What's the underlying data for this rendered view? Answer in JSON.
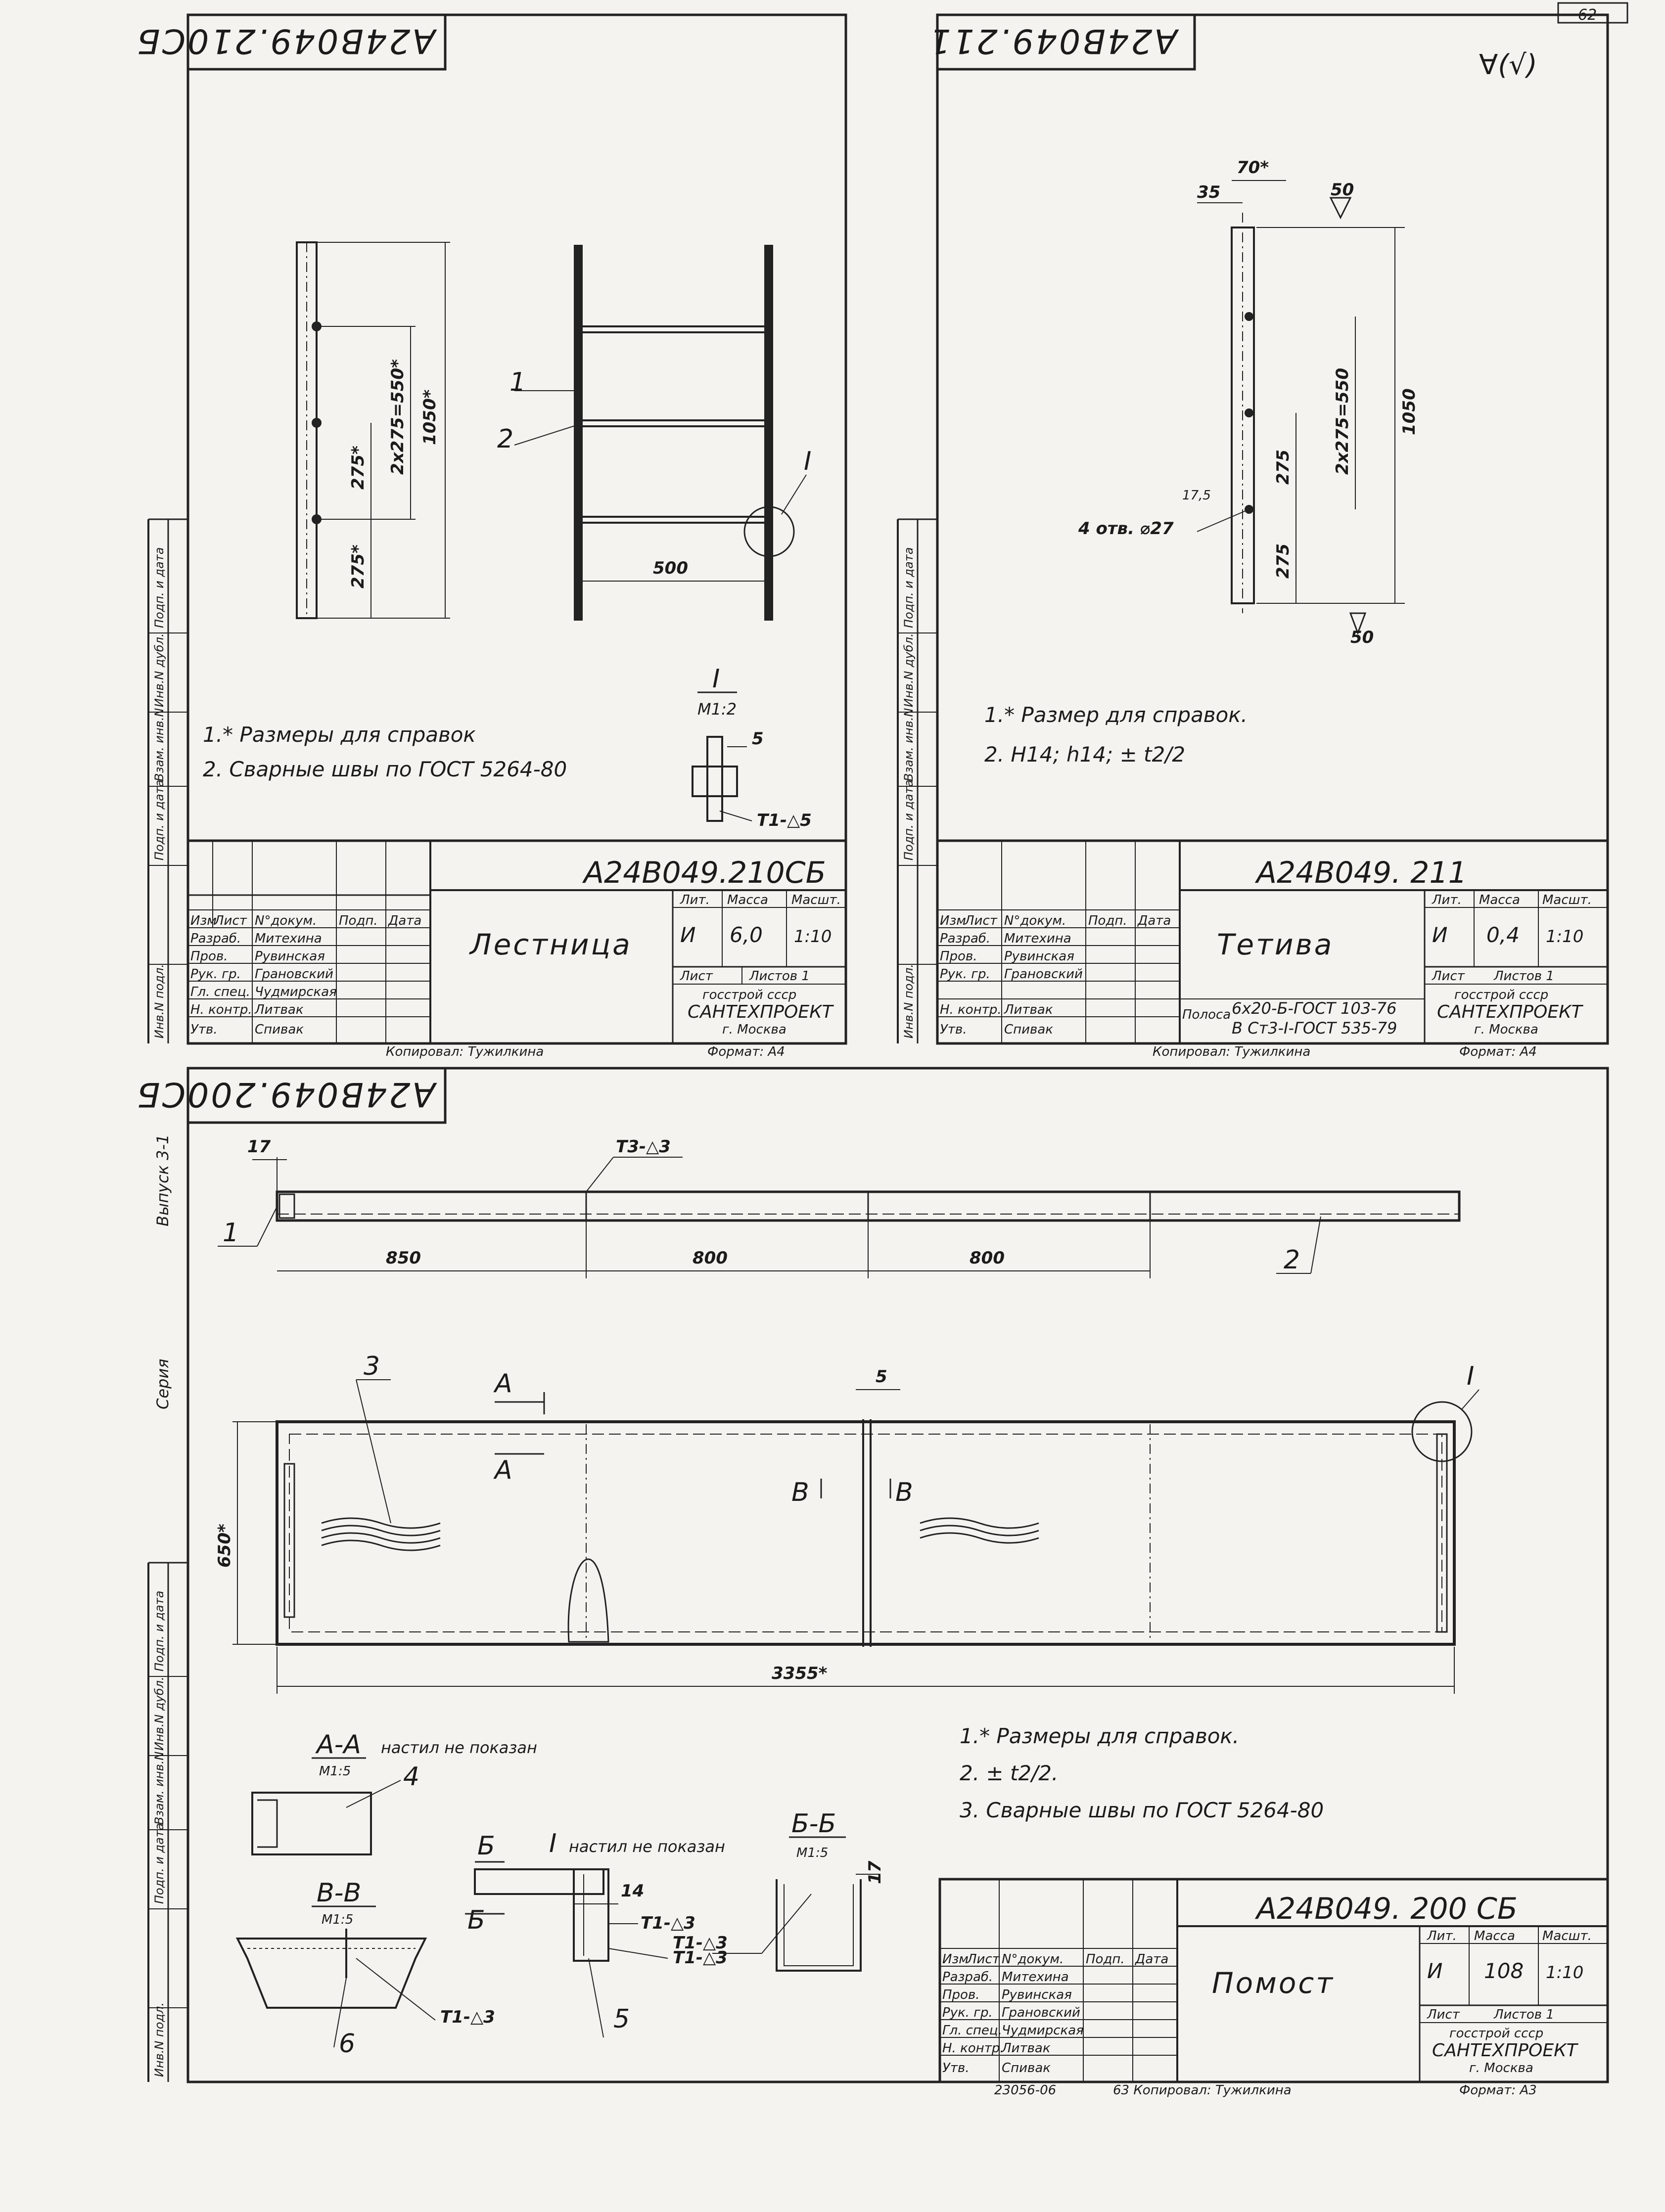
{
  "page_number": "62",
  "side_labels": {
    "series": "Серия",
    "issue": "Выпуск 3-1",
    "columns": [
      "Инв.N подл.",
      "Подп. и дата",
      "Взам. инв.N",
      "Инв.N дубл.",
      "Подп. и дата"
    ]
  },
  "stamp_headers": {
    "izm": "Изм",
    "list": "Лист",
    "doc": "N°докум.",
    "sign": "Подп.",
    "date": "Дата",
    "lit": "Лит.",
    "mass": "Масса",
    "scale": "Масшт.",
    "sheet": "Лист",
    "sheets": "Листов 1",
    "org1": "госстрой   ссср",
    "org2": "САНТЕХПРОЕКТ",
    "org3": "г. Москва"
  },
  "sheets": {
    "ladder": {
      "code_rotated": "А24В049.210СБ",
      "code": "А24В049.210СБ",
      "title": "Лестница",
      "lit": "И",
      "mass": "6,0",
      "scale": "1:10",
      "copied": "Копировал: Тужилкина",
      "format": "Формат: А4",
      "people": [
        {
          "role": "Разраб.",
          "name": "Митехина"
        },
        {
          "role": "Пров.",
          "name": "Рувинская"
        },
        {
          "role": "Рук. гр.",
          "name": "Грановский"
        },
        {
          "role": "Гл. спец.",
          "name": "Чудмирская"
        },
        {
          "role": "Н. контр.",
          "name": "Литвак"
        },
        {
          "role": "Утв.",
          "name": "Спивак"
        }
      ],
      "notes": [
        "1.* Размеры для справок",
        "2. Сварные швы по ГОСТ 5264-80"
      ],
      "dims": {
        "total": "1050*",
        "middle": "2x275=550*",
        "step1": "275*",
        "step2": "275*",
        "width": "500"
      },
      "callouts": {
        "pos1": "1",
        "pos2": "2",
        "detail": "I",
        "detail_scale": "М1:2",
        "weld_size": "5",
        "weld": "Т1-△5"
      }
    },
    "stringer": {
      "code_rotated": "А24В049.211",
      "code": "А24В049. 211",
      "title": "Тетива",
      "lit": "И",
      "mass": "0,4",
      "scale": "1:10",
      "material1": "Полоса",
      "material2": "6х20-Б-ГОСТ 103-76",
      "material3": "В Ст3-I-ГОСТ 535-79",
      "copied": "Копировал: Тужилкина",
      "format": "Формат: А4",
      "roughness": "∀(√)",
      "people": [
        {
          "role": "Разраб.",
          "name": "Митехина"
        },
        {
          "role": "Пров.",
          "name": "Рувинская"
        },
        {
          "role": "Рук. гр.",
          "name": "Грановский"
        },
        {
          "role": "",
          "name": ""
        },
        {
          "role": "Н. контр.",
          "name": "Литвак"
        },
        {
          "role": "Утв.",
          "name": "Спивак"
        }
      ],
      "notes": [
        "1.* Размер для справок.",
        "2. Н14; h14; ± t2/2"
      ],
      "dims": {
        "width": "70*",
        "edge": "35",
        "total": "1050",
        "middle": "2x275=550",
        "step1": "275",
        "step2": "275",
        "holes": "4 отв. ⌀27",
        "hole_offset": "17,5",
        "rough1": "50",
        "rough2": "50"
      }
    },
    "platform": {
      "code_rotated": "А24В049.200СБ",
      "code": "А24В049. 200 СБ",
      "title": "Помост",
      "lit": "И",
      "mass": "108",
      "scale": "1:10",
      "copied": "63 Копировал: Тужилкина",
      "inv": "23056-06",
      "format": "Формат: А3",
      "people": [
        {
          "role": "Разраб.",
          "name": "Митехина"
        },
        {
          "role": "Пров.",
          "name": "Рувинская"
        },
        {
          "role": "Рук. гр.",
          "name": "Грановский"
        },
        {
          "role": "Гл. спец.",
          "name": "Чудмирская"
        },
        {
          "role": "Н. контр.",
          "name": "Литвак"
        },
        {
          "role": "Утв.",
          "name": "Спивак"
        }
      ],
      "notes": [
        "1.* Размеры для справок.",
        "2. ± t2/2.",
        "3. Сварные швы по ГОСТ 5264-80"
      ],
      "dims": {
        "end": "17",
        "s1": "850",
        "s2": "800",
        "s3": "800",
        "length": "3355*",
        "width": "650*",
        "gap": "5",
        "h17": "17",
        "w14": "14"
      },
      "callouts": {
        "pos1": "1",
        "pos2": "2",
        "pos3": "3",
        "pos4": "4",
        "pos5": "5",
        "pos6": "6",
        "weld_top": "Т3-△3",
        "detail": "I",
        "cutA": "А",
        "cutB": "В",
        "sectionAA": "А-А",
        "sectionAA_note": "настил не показан",
        "sectionAA_scale": "М1:5",
        "detailI_note": "настил не показан",
        "sectionBB": "Б-Б",
        "sectionBB_scale": "М1:5",
        "cutB2": "Б",
        "sectionVV": "В-В",
        "sectionVV_scale": "М1:5",
        "weld1": "Т1-△3",
        "weld2": "Т1-△3",
        "weld3": "Т1-△3",
        "weld4": "Т1-△3"
      }
    }
  }
}
